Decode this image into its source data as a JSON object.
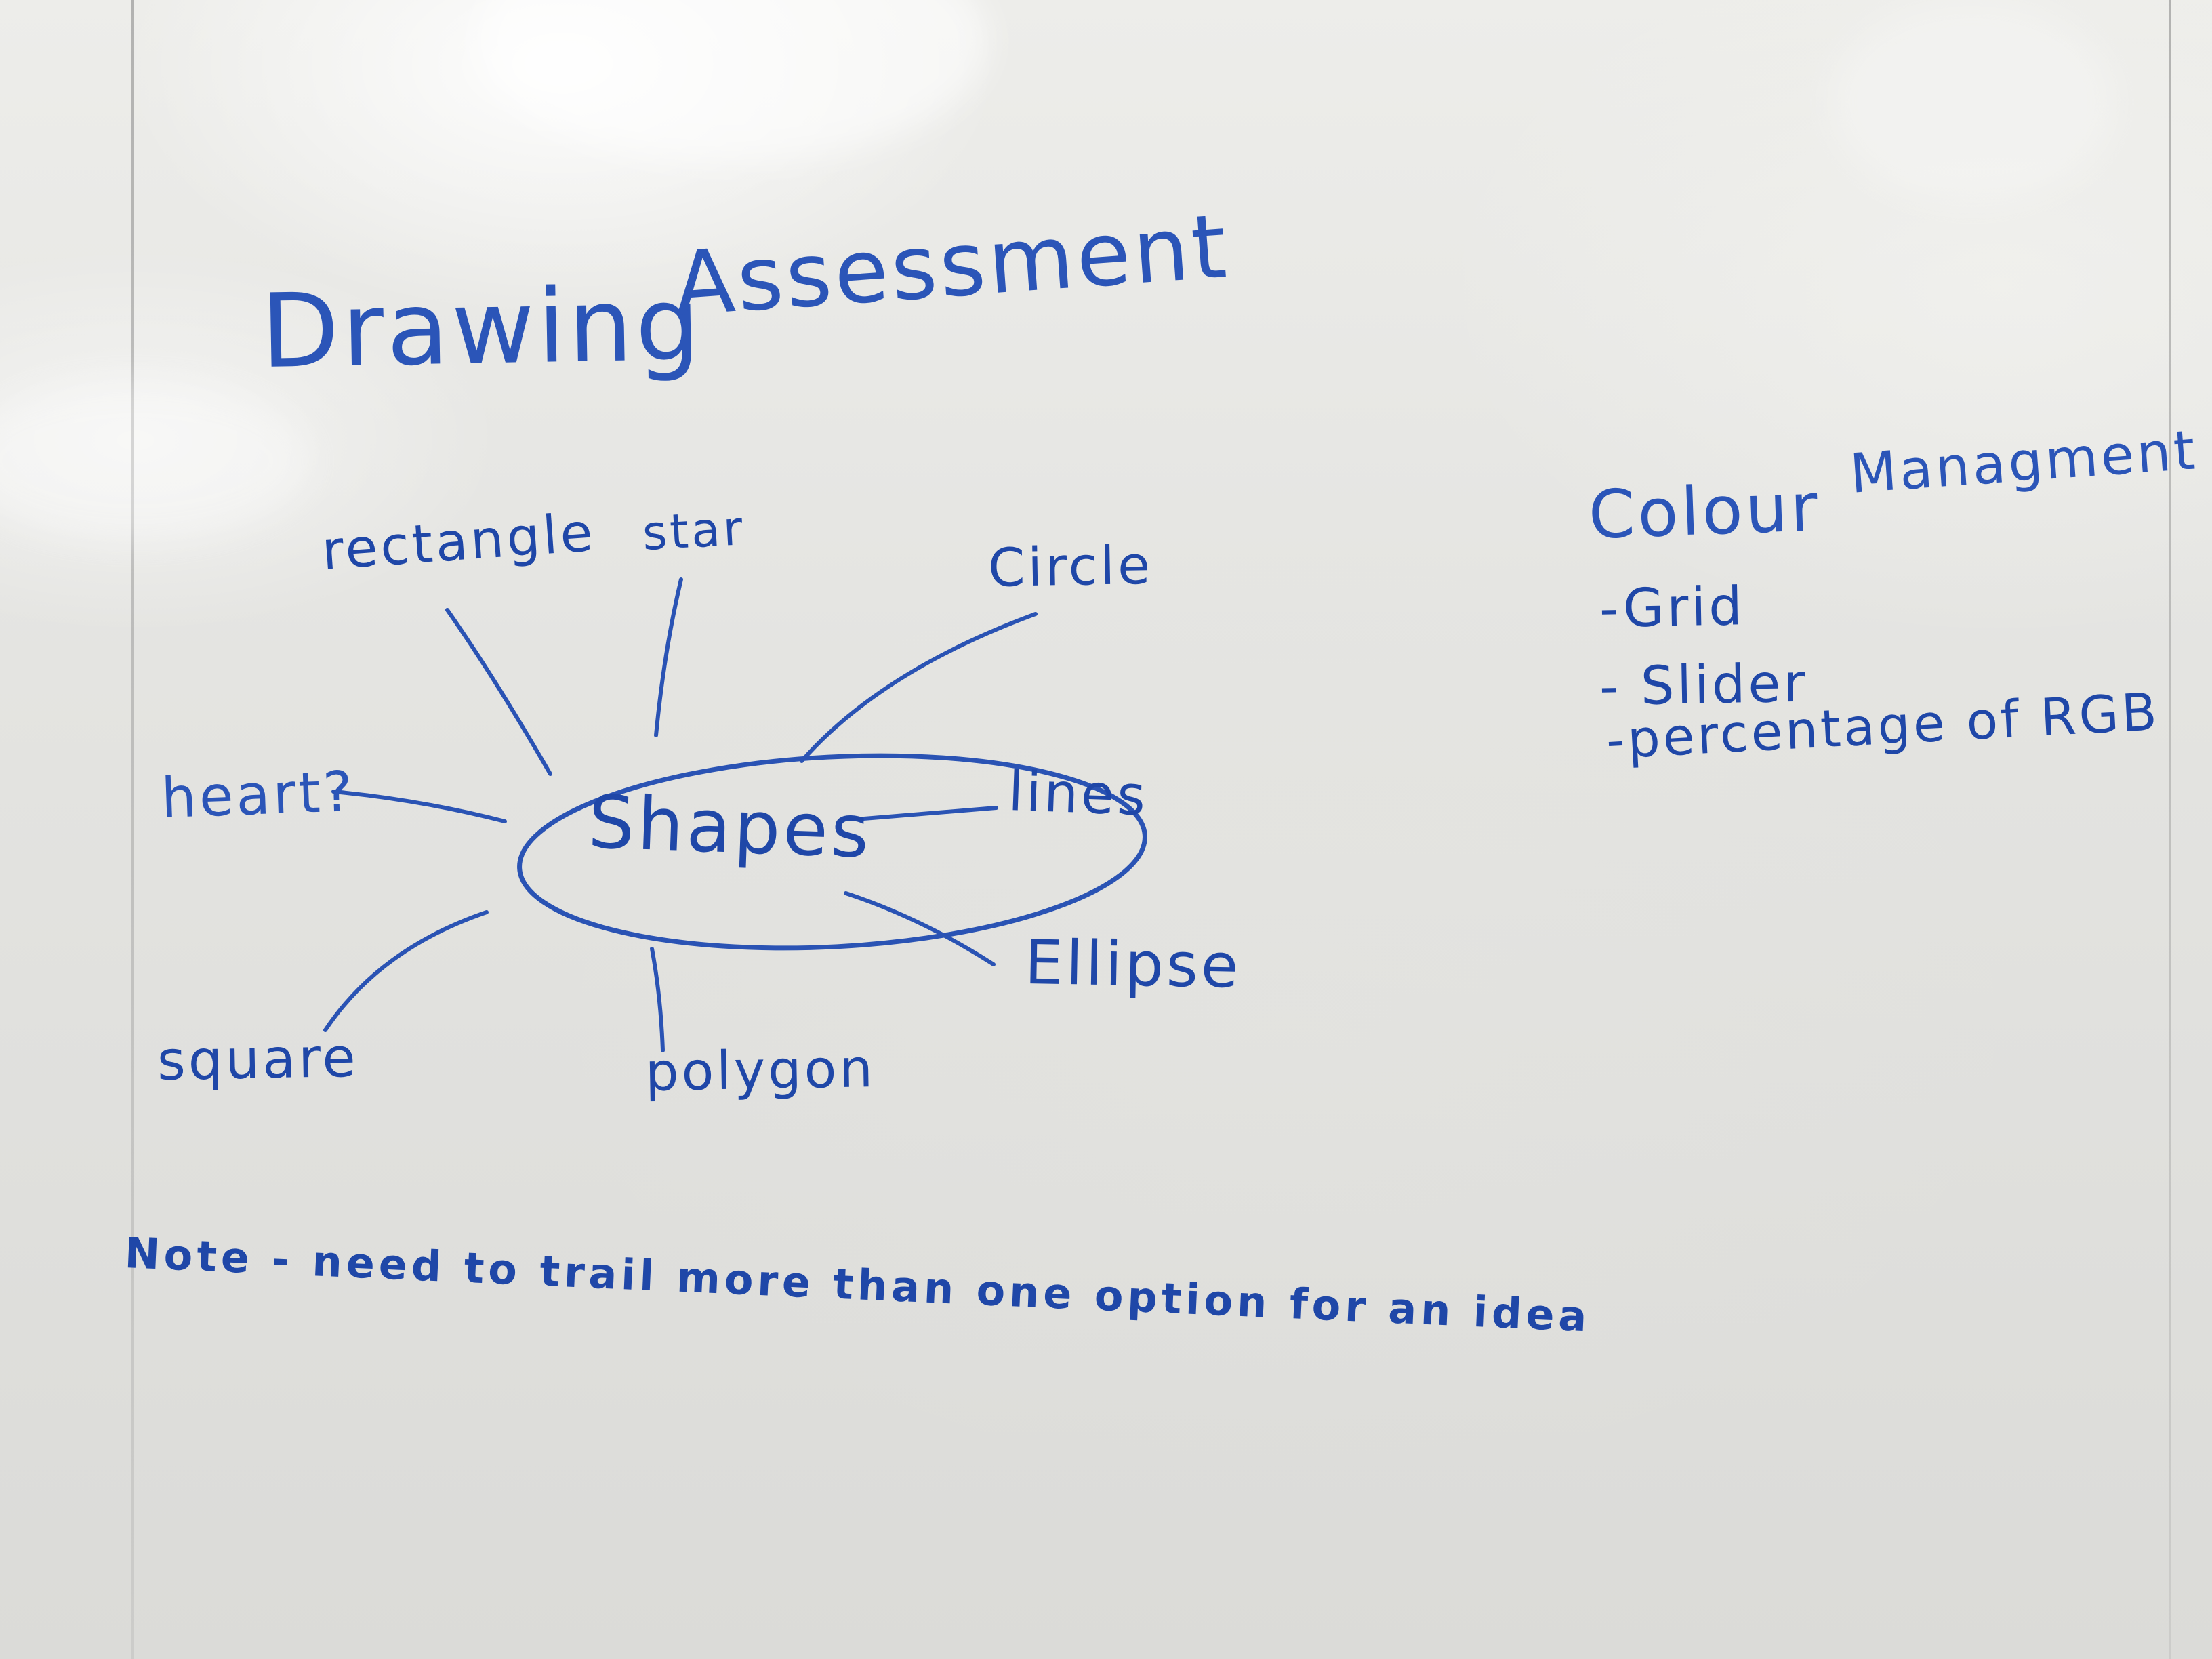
{
  "board": {
    "title_word_1": "Drawing",
    "title_word_2": "Assessment"
  },
  "mindmap": {
    "center": "Shapes",
    "branches": {
      "rectangle": "rectangle",
      "star": "star",
      "circle": "Circle",
      "lines": "lines",
      "ellipse": "Ellipse",
      "polygon": "polygon",
      "square": "square",
      "heart": "heart?"
    }
  },
  "colour_section": {
    "heading_word_1": "Colour",
    "heading_word_2": "Managment",
    "items": [
      "-Grid",
      "- Slider",
      "-percentage of RGB"
    ]
  },
  "note": "Note - need to trail more than one option for an idea",
  "ink_color": "#1f47a8",
  "board_color": "#e6e6e3"
}
